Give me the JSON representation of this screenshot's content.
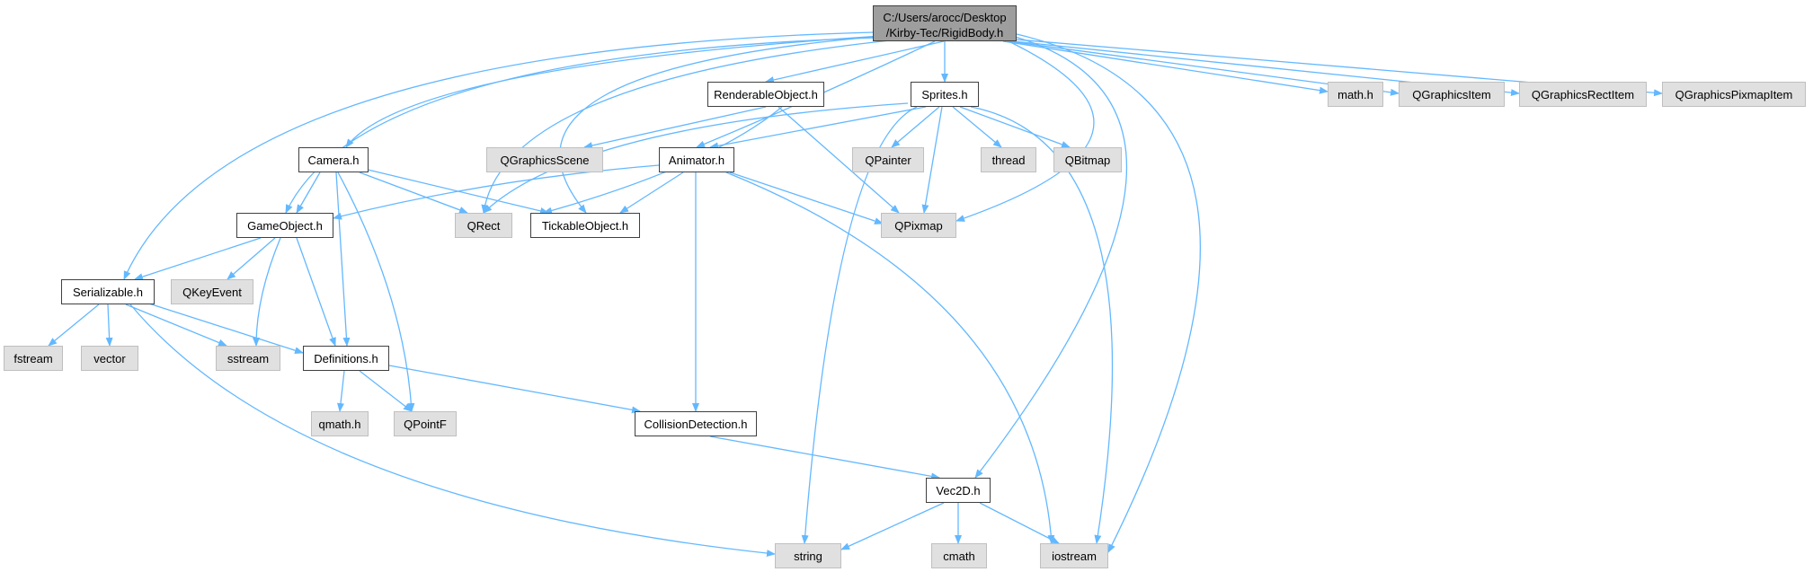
{
  "graph": {
    "root": {
      "line1": "C:/Users/arocc/Desktop",
      "line2": "/Kirby-Tec/RigidBody.h"
    },
    "nodes": {
      "renderable": "RenderableObject.h",
      "sprites": "Sprites.h",
      "mathh": "math.h",
      "qgitem": "QGraphicsItem",
      "qgrect": "QGraphicsRectItem",
      "qgpix": "QGraphicsPixmapItem",
      "camera": "Camera.h",
      "qgscene": "QGraphicsScene",
      "animator": "Animator.h",
      "qpainter": "QPainter",
      "thread": "thread",
      "qbitmap": "QBitmap",
      "gameobject": "GameObject.h",
      "qrect": "QRect",
      "tickable": "TickableObject.h",
      "qpixmap": "QPixmap",
      "serializable": "Serializable.h",
      "qkeyevent": "QKeyEvent",
      "fstream": "fstream",
      "vector": "vector",
      "sstream": "sstream",
      "definitions": "Definitions.h",
      "qmath": "qmath.h",
      "qpointf": "QPointF",
      "collision": "CollisionDetection.h",
      "vec2d": "Vec2D.h",
      "string": "string",
      "cmath": "cmath",
      "iostream": "iostream"
    },
    "colors": {
      "edge": "#63b8ff",
      "root_fill": "#9e9e9e",
      "external_fill": "#e0e0e0",
      "internal_fill": "#ffffff"
    }
  }
}
